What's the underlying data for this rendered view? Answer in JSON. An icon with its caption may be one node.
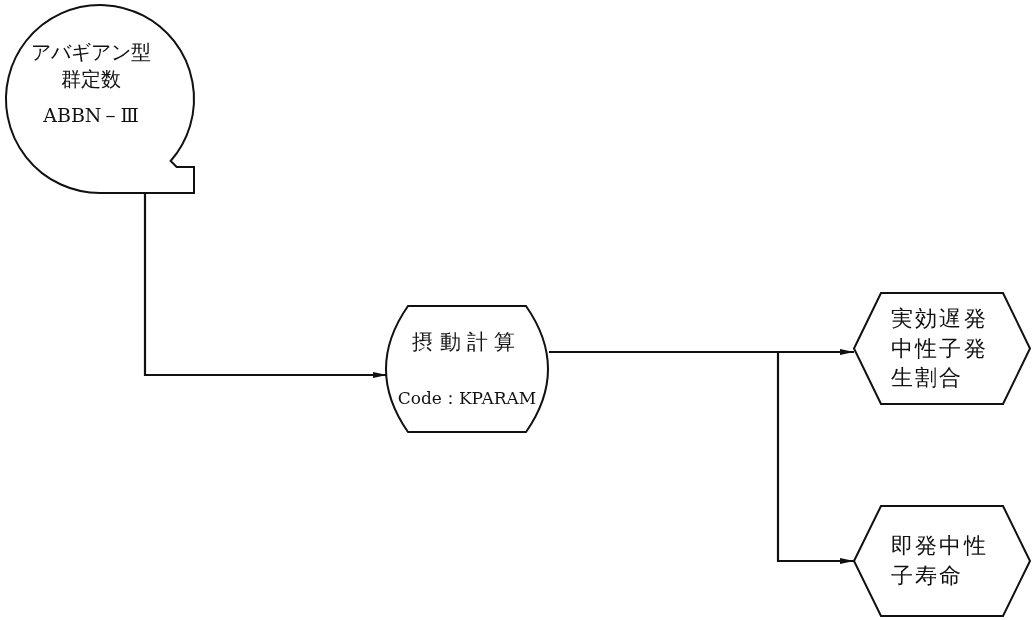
{
  "diagram": {
    "nodes": [
      {
        "text": [
          "アバギアン型群定数",
          "ABBN－Ⅲ"
        ]
      },
      {
        "text": [
          "摂動計算",
          "Code：KPARAM"
        ]
      },
      {
        "text": [
          "実効遅発中性子発生割合"
        ]
      },
      {
        "text": [
          "即発中性子寿命"
        ]
      }
    ],
    "edges": [
      {
        "from": 0,
        "to": 1,
        "arrow": "to"
      },
      {
        "from": 1,
        "to": 2,
        "arrow": "to"
      },
      {
        "from": 1,
        "to": 3,
        "arrow": "to"
      }
    ]
  }
}
